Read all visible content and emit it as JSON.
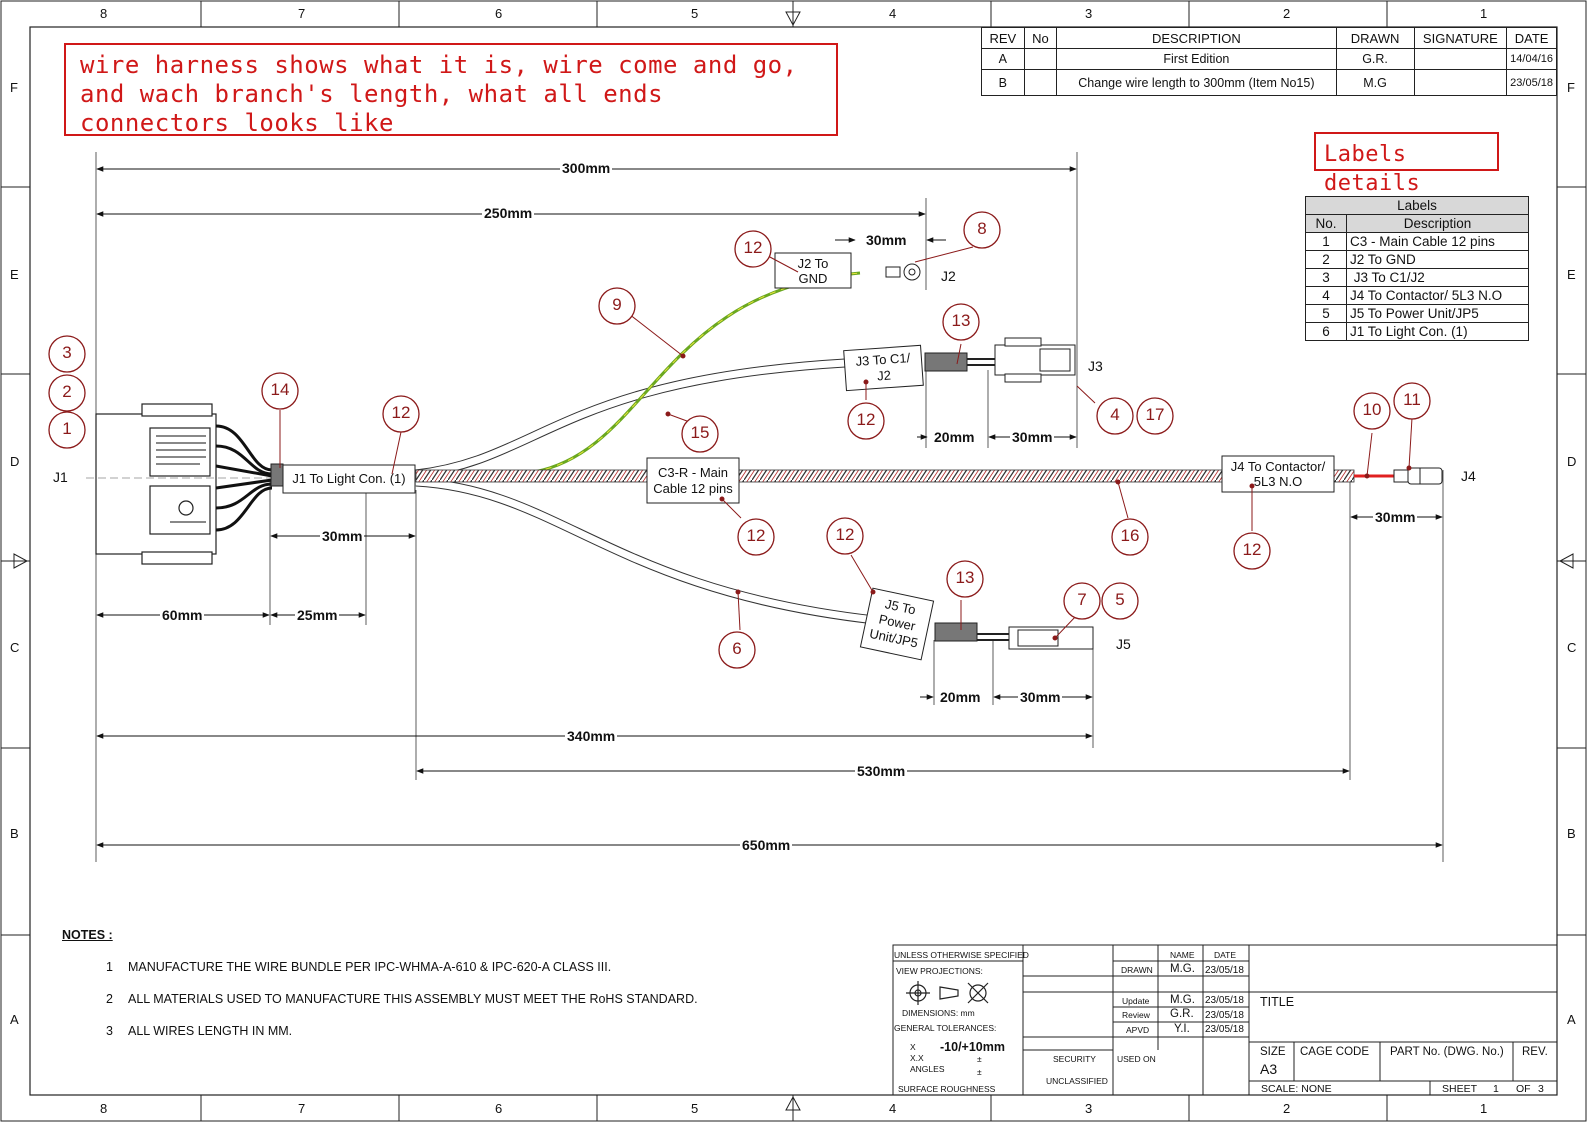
{
  "border_zones": {
    "columns": [
      "8",
      "7",
      "6",
      "5",
      "4",
      "3",
      "2",
      "1"
    ],
    "rows": [
      "F",
      "E",
      "D",
      "C",
      "B",
      "A"
    ]
  },
  "remark": "wire harness shows what it is, wire come and go, and wach branch's length, what all ends connectors looks like",
  "labels_details_remark": "Labels details",
  "revision_table": {
    "headers": [
      "REV",
      "No",
      "DESCRIPTION",
      "DRAWN",
      "SIGNATURE",
      "DATE"
    ],
    "rows": [
      [
        "A",
        "",
        "First Edition",
        "G.R.",
        "",
        "14/04/16"
      ],
      [
        "B",
        "",
        "Change wire length to 300mm (Item No15)",
        "M.G",
        "",
        "23/05/18"
      ]
    ]
  },
  "labels_table": {
    "title": "Labels",
    "headers": [
      "No.",
      "Description"
    ],
    "rows": [
      [
        "1",
        "C3 - Main Cable 12 pins"
      ],
      [
        "2",
        "J2 To GND"
      ],
      [
        "3",
        " J3 To C1/J2"
      ],
      [
        "4",
        "J4 To Contactor/ 5L3 N.O"
      ],
      [
        "5",
        "J5 To Power Unit/JP5"
      ],
      [
        "6",
        "J1 To Light Con. (1)"
      ]
    ]
  },
  "connectors": {
    "j1": "J1",
    "j2": "J2",
    "j3": "J3",
    "j4": "J4",
    "j5": "J5"
  },
  "tags": {
    "j1": "J1 To Light Con. (1)",
    "j2_line1": "J2 To",
    "j2_line2": "GND",
    "j3_line1": "J3 To C1/",
    "j3_line2": "J2",
    "main_line1": "C3-R - Main",
    "main_line2": "Cable 12 pins",
    "j4_line1": "J4 To Contactor/",
    "j4_line2": "5L3 N.O",
    "j5_line1": "J5 To",
    "j5_line2": "Power",
    "j5_line3": "Unit/JP5"
  },
  "dimensions": {
    "d300": "300mm",
    "d250": "250mm",
    "d30_j2": "30mm",
    "d20_j3": "20mm",
    "d30_j3": "30mm",
    "d30_j1": "30mm",
    "d60": "60mm",
    "d25": "25mm",
    "d30_j4": "30mm",
    "d20_j5": "20mm",
    "d30_j5": "30mm",
    "d340": "340mm",
    "d530": "530mm",
    "d650": "650mm"
  },
  "balloons": {
    "b3": "3",
    "b2": "2",
    "b1": "1",
    "b14": "14",
    "b12_j1": "12",
    "b12_j2": "12",
    "b8": "8",
    "b9": "9",
    "b13_j3": "13",
    "b12_j3": "12",
    "b4": "4",
    "b17": "17",
    "b15": "15",
    "b12_main": "12",
    "b16": "16",
    "b10": "10",
    "b11": "11",
    "b12_j4": "12",
    "b12_j5": "12",
    "b13_j5": "13",
    "b7": "7",
    "b5": "5",
    "b6": "6"
  },
  "notes": {
    "title": "NOTES :",
    "items": [
      {
        "num": "1",
        "text": "MANUFACTURE THE WIRE BUNDLE PER IPC-WHMA-A-610 & IPC-620-A CLASS III."
      },
      {
        "num": "2",
        "text": "ALL MATERIALS USED TO MANUFACTURE THIS ASSEMBLY MUST MEET THE RoHS STANDARD."
      },
      {
        "num": "3",
        "text": "ALL WIRES LENGTH IN MM."
      }
    ]
  },
  "title_block": {
    "unless": "UNLESS OTHERWISE SPECIFIED",
    "view_proj": "VIEW PROJECTIONS:",
    "dimensions": "DIMENSIONS:   mm",
    "tolerances": "GENERAL TOLERANCES:",
    "x": "X",
    "xx": "X.X",
    "angles": "ANGLES",
    "tol_value": "-10/+10mm",
    "pm1": "±",
    "pm2": "±",
    "surface": "SURFACE ROUGHNESS",
    "name_h": "NAME",
    "date_h": "DATE",
    "drawn": "DRAWN",
    "drawn_name": "M.G.",
    "drawn_date": "23/05/18",
    "update": "Update",
    "update_name": "M.G.",
    "update_date": "23/05/18",
    "review": "Review",
    "review_name": "G.R.",
    "review_date": "23/05/18",
    "apvd": "APVD",
    "apvd_name": "Y.I.",
    "apvd_date": "23/05/18",
    "security": "SECURITY",
    "unclassified": "UNCLASSIFIED",
    "used_on": "USED ON",
    "title": "TITLE",
    "size_h": "SIZE",
    "size": "A3",
    "cage": "CAGE CODE",
    "part": "PART No. (DWG. No.)",
    "rev": "REV.",
    "scale": "SCALE:  NONE",
    "sheet": "SHEET",
    "sheet_no": "1",
    "of": "OF",
    "total": "3"
  }
}
